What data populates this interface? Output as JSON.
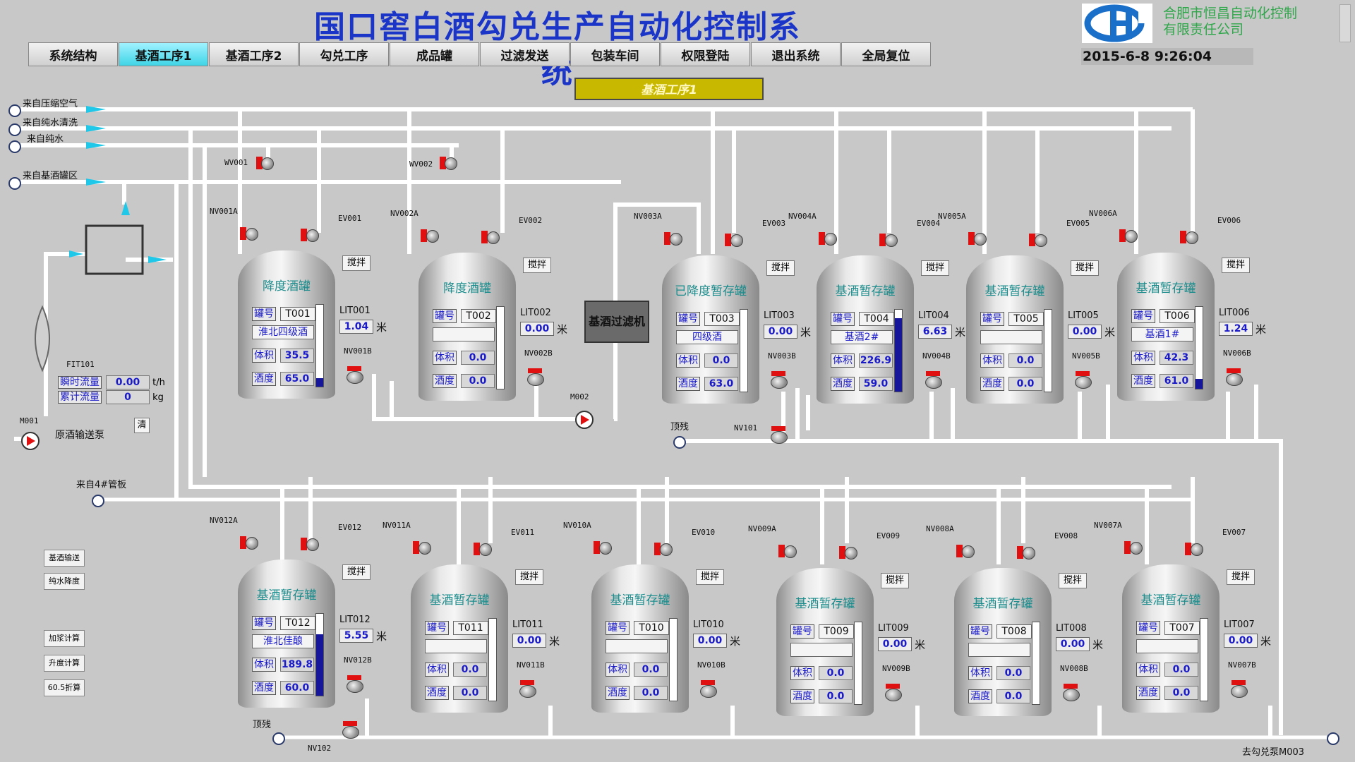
{
  "header": {
    "title": "国口窖白酒勾兑生产自动化控制系统",
    "company_line1": "合肥市恒昌自动化控制",
    "company_line2": "有限责任公司",
    "datetime": "2015-6-8 9:26:04",
    "section_title": "基酒工序1"
  },
  "nav": [
    {
      "label": "系统结构"
    },
    {
      "label": "基酒工序1"
    },
    {
      "label": "基酒工序2"
    },
    {
      "label": "勾兑工序"
    },
    {
      "label": "成品罐"
    },
    {
      "label": "过滤发送"
    },
    {
      "label": "包装车间"
    },
    {
      "label": "权限登陆"
    },
    {
      "label": "退出系统"
    },
    {
      "label": "全局复位"
    }
  ],
  "sources": {
    "air": "来自压缩空气",
    "water_clean": "来自纯水清洗",
    "pure_water": "来自纯水",
    "base_area": "来自基酒罐区",
    "pipe4": "来自4#管板",
    "top_residue_1": "顶残",
    "top_residue_2": "顶残",
    "to_pump": "去勾兑泵M003"
  },
  "equipment": {
    "wv001": "WV001",
    "wv002": "WV002",
    "filter": "基酒过滤机",
    "m001": "M001",
    "m001_label": "原酒输送泵",
    "m002": "M002",
    "nv101": "NV101",
    "nv102": "NV102",
    "clear_btn": "清",
    "fit101": "FIT101",
    "flow_inst_label": "瞬时流量",
    "flow_inst_value": "0.00",
    "flow_inst_unit": "t/h",
    "flow_total_label": "累计流量",
    "flow_total_value": "0",
    "flow_total_unit": "kg"
  },
  "labels": {
    "no": "罐号",
    "volume": "体积",
    "abv": "酒度",
    "stir": "搅拌",
    "meter": "米"
  },
  "side_buttons": [
    {
      "label": "基酒输送"
    },
    {
      "label": "纯水降度"
    },
    {
      "label": "加浆计算"
    },
    {
      "label": "升度计算"
    },
    {
      "label": "60.5折算"
    }
  ],
  "tanks": [
    {
      "name": "降度酒罐",
      "id": "T001",
      "content": "淮北四级酒",
      "volume": "35.5",
      "abv": "65.0",
      "lit": "LIT001",
      "level": "1.04",
      "level_frac": 0.1,
      "nva": "NV001A",
      "ev": "EV001",
      "nvb": "NV001B"
    },
    {
      "name": "降度酒罐",
      "id": "T002",
      "content": "",
      "volume": "0.0",
      "abv": "0.0",
      "lit": "LIT002",
      "level": "0.00",
      "level_frac": 0,
      "nva": "NV002A",
      "ev": "EV002",
      "nvb": "NV002B"
    },
    {
      "name": "已降度暂存罐",
      "id": "T003",
      "content": "四级酒",
      "volume": "0.0",
      "abv": "63.0",
      "lit": "LIT003",
      "level": "0.00",
      "level_frac": 0,
      "nva": "NV003A",
      "ev": "EV003",
      "nvb": "NV003B"
    },
    {
      "name": "基酒暂存罐",
      "id": "T004",
      "content": "基酒2#",
      "volume": "226.9",
      "abv": "59.0",
      "lit": "LIT004",
      "level": "6.63",
      "level_frac": 0.9,
      "nva": "NV004A",
      "ev": "EV004",
      "nvb": "NV004B"
    },
    {
      "name": "基酒暂存罐",
      "id": "T005",
      "content": "",
      "volume": "0.0",
      "abv": "0.0",
      "lit": "LIT005",
      "level": "0.00",
      "level_frac": 0,
      "nva": "NV005A",
      "ev": "EV005",
      "nvb": "NV005B"
    },
    {
      "name": "基酒暂存罐",
      "id": "T006",
      "content": "基酒1#",
      "volume": "42.3",
      "abv": "61.0",
      "lit": "LIT006",
      "level": "1.24",
      "level_frac": 0.12,
      "nva": "NV006A",
      "ev": "EV006",
      "nvb": "NV006B"
    },
    {
      "name": "基酒暂存罐",
      "id": "T012",
      "content": "淮北佳酿",
      "volume": "189.8",
      "abv": "60.0",
      "lit": "LIT012",
      "level": "5.55",
      "level_frac": 0.75,
      "nva": "NV012A",
      "ev": "EV012",
      "nvb": "NV012B"
    },
    {
      "name": "基酒暂存罐",
      "id": "T011",
      "content": "",
      "volume": "0.0",
      "abv": "0.0",
      "lit": "LIT011",
      "level": "0.00",
      "level_frac": 0,
      "nva": "NV011A",
      "ev": "EV011",
      "nvb": "NV011B"
    },
    {
      "name": "基酒暂存罐",
      "id": "T010",
      "content": "",
      "volume": "0.0",
      "abv": "0.0",
      "lit": "LIT010",
      "level": "0.00",
      "level_frac": 0,
      "nva": "NV010A",
      "ev": "EV010",
      "nvb": "NV010B"
    },
    {
      "name": "基酒暂存罐",
      "id": "T009",
      "content": "",
      "volume": "0.0",
      "abv": "0.0",
      "lit": "LIT009",
      "level": "0.00",
      "level_frac": 0,
      "nva": "NV009A",
      "ev": "EV009",
      "nvb": "NV009B"
    },
    {
      "name": "基酒暂存罐",
      "id": "T008",
      "content": "",
      "volume": "0.0",
      "abv": "0.0",
      "lit": "LIT008",
      "level": "0.00",
      "level_frac": 0,
      "nva": "NV008A",
      "ev": "EV008",
      "nvb": "NV008B"
    },
    {
      "name": "基酒暂存罐",
      "id": "T007",
      "content": "",
      "volume": "0.0",
      "abv": "0.0",
      "lit": "LIT007",
      "level": "0.00",
      "level_frac": 0,
      "nva": "NV007A",
      "ev": "EV007",
      "nvb": "NV007B"
    }
  ]
}
